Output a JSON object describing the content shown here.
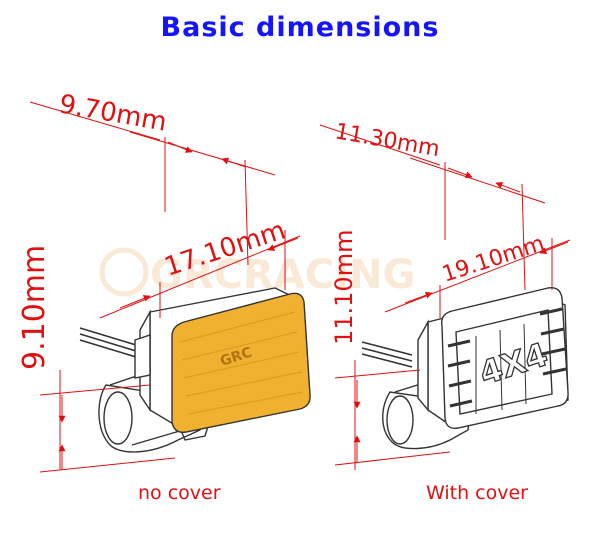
{
  "title": "Basic dimensions",
  "watermark": "GRCRACING",
  "left": {
    "caption": "no cover",
    "dim_depth": "9.70mm",
    "dim_width": "17.10mm",
    "dim_height": "9.10mm",
    "lens_logo": "GRC"
  },
  "right": {
    "caption": "With cover",
    "dim_depth": "11.30mm",
    "dim_width": "19.10mm",
    "dim_height": "11.10mm",
    "cover_text": "4X4"
  },
  "colors": {
    "title": "#1414ff",
    "dimension": "#e01010",
    "lens": "#f0b030",
    "outline": "#333333"
  }
}
